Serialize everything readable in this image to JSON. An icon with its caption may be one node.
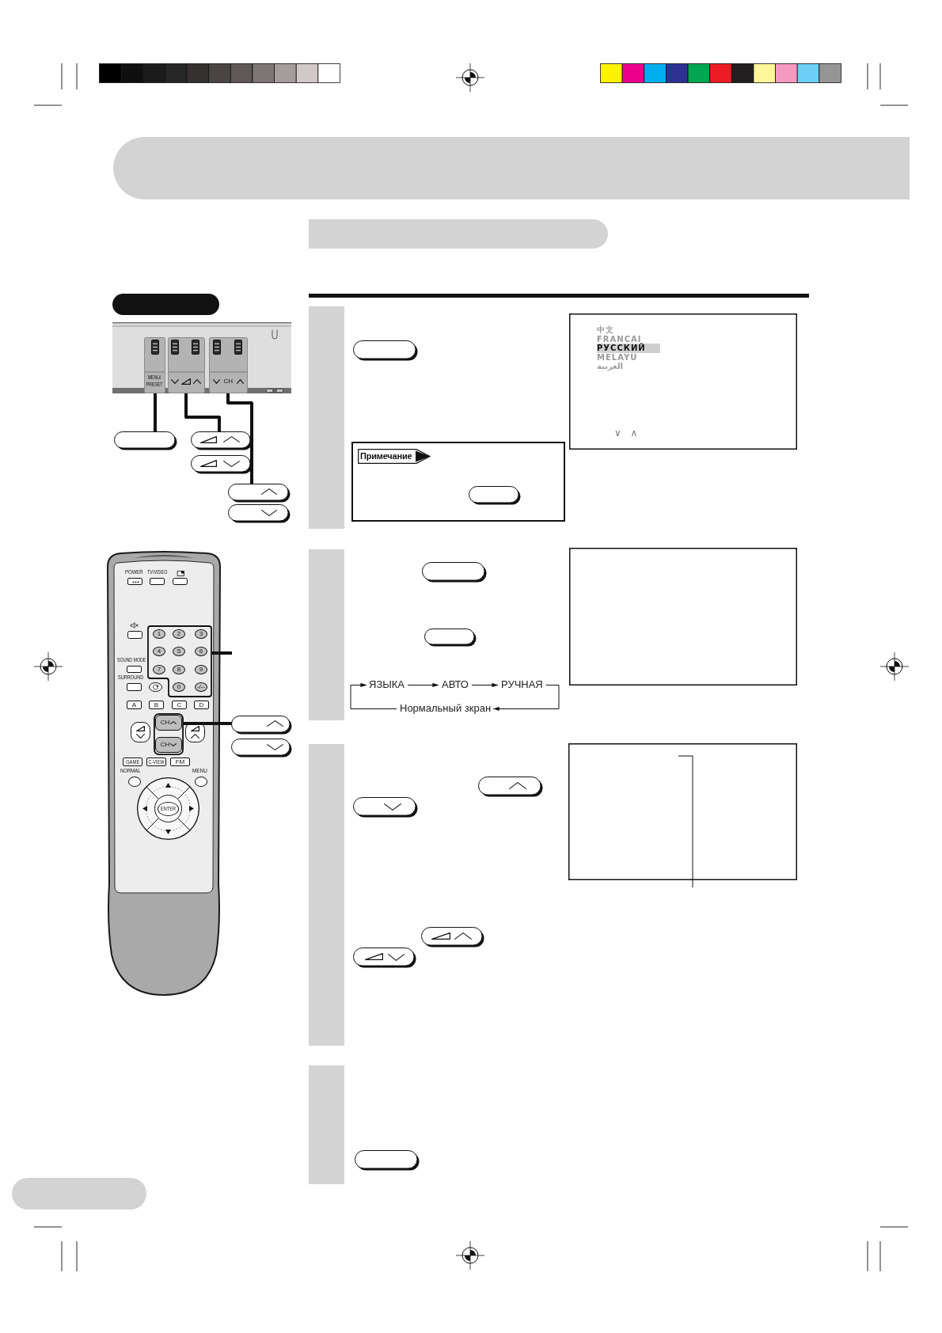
{
  "diagram": {
    "nodes": [
      {
        "text": [],
        "shape": "bar"
      },
      {
        "text": [],
        "shape": "bar"
      },
      {
        "text": [],
        "shape": "bar"
      },
      {
        "text": [],
        "shape": "picture"
      },
      {
        "text": [
          "MENU/ PRESET"
        ],
        "in": 3
      },
      {
        "text": [],
        "shape": "box",
        "in": 3
      },
      {
        "text": [
          "CH"
        ],
        "in": 3
      },
      {
        "text": [],
        "shape": "button"
      },
      {
        "text": [],
        "shape": "button"
      },
      {
        "text": [],
        "shape": "button"
      },
      {
        "text": [],
        "shape": "button"
      },
      {
        "text": [],
        "shape": "button"
      },
      {
        "text": [],
        "shape": "picture"
      },
      {
        "text": [
          "POWER"
        ],
        "in": 12
      },
      {
        "text": [
          "TV/VIDEO"
        ],
        "in": 12
      },
      {
        "text": [],
        "shape": "box",
        "in": 12
      },
      {
        "text": [],
        "shape": "box",
        "in": 12
      },
      {
        "text": [],
        "shape": "box",
        "in": 12
      },
      {
        "text": [
          "1"
        ],
        "in": 17
      },
      {
        "text": [
          "2"
        ],
        "in": 17
      },
      {
        "text": [
          "3"
        ],
        "in": 17
      },
      {
        "text": [
          "4"
        ],
        "in": 17
      },
      {
        "text": [
          "5"
        ],
        "in": 17
      },
      {
        "text": [
          "6"
        ],
        "in": 17
      },
      {
        "text": [
          "7"
        ],
        "in": 17
      },
      {
        "text": [
          "8"
        ],
        "in": 17
      },
      {
        "text": [
          "9"
        ],
        "in": 17
      },
      {
        "text": [
          "0"
        ],
        "in": 17
      },
      {
        "text": [
          "-/--"
        ],
        "in": 17
      },
      {
        "text": [
          "SOUND MODE"
        ],
        "in": 12
      },
      {
        "text": [
          "SURROUND"
        ],
        "in": 12
      },
      {
        "text": [],
        "shape": "circle",
        "in": 12
      },
      {
        "text": [
          "A"
        ],
        "in": 12
      },
      {
        "text": [
          "B"
        ],
        "in": 12
      },
      {
        "text": [
          "C"
        ],
        "in": 12
      },
      {
        "text": [
          "D"
        ],
        "in": 12
      },
      {
        "text": [],
        "shape": "box",
        "in": 12
      },
      {
        "text": [],
        "shape": "box",
        "in": 12
      },
      {
        "text": [
          "CH"
        ],
        "in": 37
      },
      {
        "text": [
          "CH"
        ],
        "in": 37
      },
      {
        "text": [],
        "shape": "box",
        "in": 12
      },
      {
        "text": [
          "GAME"
        ],
        "in": 12
      },
      {
        "text": [
          "C-VIEW"
        ],
        "in": 12
      },
      {
        "text": [
          "FM"
        ],
        "in": 12
      },
      {
        "text": [
          "NORMAL"
        ],
        "in": 12
      },
      {
        "text": [
          "MENU"
        ],
        "in": 12
      },
      {
        "text": [],
        "shape": "circle",
        "in": 12
      },
      {
        "text": [
          "ENTER"
        ],
        "in": 46
      },
      {
        "text": [],
        "shape": "button"
      },
      {
        "text": [],
        "shape": "button"
      },
      {
        "text": [],
        "shape": "bar"
      },
      {
        "text": [],
        "shape": "button"
      },
      {
        "text": [
          "中文",
          "FRANCAI",
          "РУССКИЙ",
          "MELAYU",
          "العربية",
          "∨ ∧"
        ]
      },
      {
        "text": [],
        "shape": "box"
      },
      {
        "text": [
          "Примечание"
        ],
        "in": 53
      },
      {
        "text": [],
        "shape": "button",
        "in": 53
      },
      {
        "text": [],
        "shape": "bar"
      },
      {
        "text": [],
        "shape": "button"
      },
      {
        "text": [],
        "shape": "box"
      },
      {
        "text": [],
        "shape": "button"
      },
      {
        "text": [
          "ЯЗЫКА"
        ]
      },
      {
        "text": [
          "АВТО"
        ]
      },
      {
        "text": [
          "РУЧНАЯ"
        ]
      },
      {
        "text": [
          "Нормальный зкран"
        ]
      },
      {
        "text": [],
        "shape": "bar"
      },
      {
        "text": [],
        "shape": "button"
      },
      {
        "text": [],
        "shape": "button"
      },
      {
        "text": [],
        "shape": "box"
      },
      {
        "text": [],
        "shape": "button"
      },
      {
        "text": [],
        "shape": "button"
      },
      {
        "text": [],
        "shape": "bar"
      },
      {
        "text": [],
        "shape": "button"
      },
      {
        "text": [],
        "shape": "bar"
      }
    ],
    "edges": [
      {
        "from": 4,
        "to": 7,
        "arrow": "none",
        "style": "thick"
      },
      {
        "from": 5,
        "to": 8,
        "arrow": "none",
        "style": "thick"
      },
      {
        "from": 6,
        "to": 10,
        "arrow": "none",
        "style": "thick"
      },
      {
        "from": 17,
        "to": null,
        "arrow": "none",
        "style": "thick"
      },
      {
        "from": 37,
        "to": 48,
        "arrow": "none",
        "style": "thick"
      },
      {
        "from": 60,
        "to": 61,
        "arrow": "to"
      },
      {
        "from": 61,
        "to": 62,
        "arrow": "to"
      },
      {
        "from": 62,
        "to": 63,
        "arrow": "to"
      },
      {
        "from": 63,
        "to": 60,
        "arrow": "to"
      },
      {
        "from": 67,
        "to": null,
        "arrow": "none"
      }
    ]
  }
}
